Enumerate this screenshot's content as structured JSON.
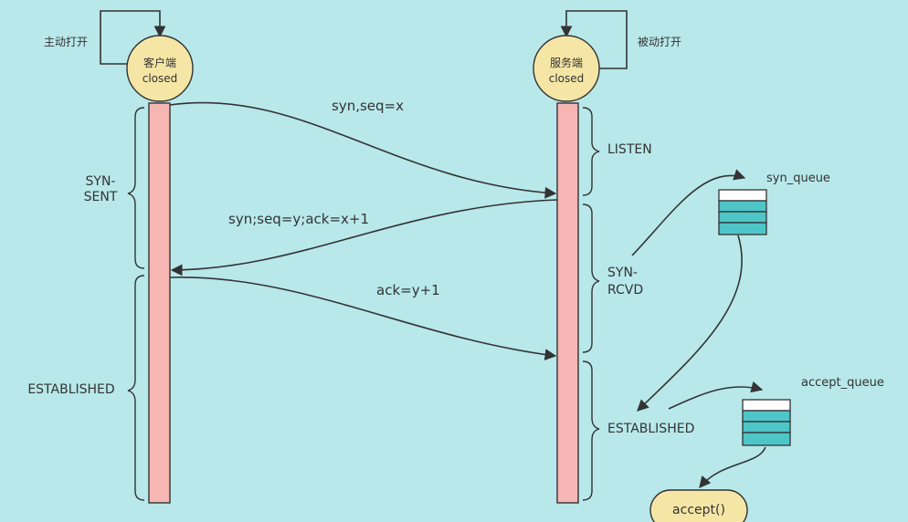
{
  "client": {
    "name": "客户端",
    "state": "closed",
    "action": "主动打开",
    "states": {
      "syn_sent_line1": "SYN-",
      "syn_sent_line2": "SENT",
      "established": "ESTABLISHED"
    }
  },
  "server": {
    "name": "服务端",
    "state": "closed",
    "action": "被动打开",
    "states": {
      "listen": "LISTEN",
      "syn_rcvd_line1": "SYN-",
      "syn_rcvd_line2": "RCVD",
      "established": "ESTABLISHED"
    }
  },
  "messages": {
    "syn": "syn,seq=x",
    "syn_ack": "syn;seq=y;ack=x+1",
    "ack": "ack=y+1"
  },
  "queues": {
    "syn_queue": "syn_queue",
    "accept_queue": "accept_queue",
    "accept_call": "accept()"
  },
  "colors": {
    "background": "#b8e8ea",
    "node_fill": "#f6e6a6",
    "lifeline_fill": "#f6b6b4",
    "queue_fill": "#4ec6c8",
    "stroke": "#333333"
  }
}
